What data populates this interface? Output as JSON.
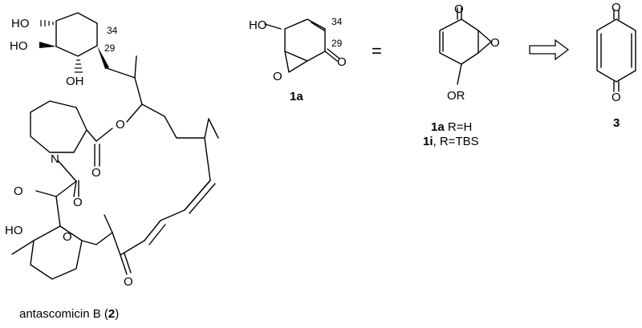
{
  "compound_2": {
    "name": "antascomicin B",
    "number": "2",
    "locant_34": "34",
    "locant_29": "29",
    "atoms": {
      "ho_top": "HO",
      "ho_mid": "HO",
      "oh_low": "OH",
      "ester_o": "O",
      "carbonyl_o": "O",
      "n": "N",
      "keto_o1": "O",
      "keto_o2": "O",
      "hemiketal_ho": "HO",
      "ring_o": "O",
      "ketone_o": "O"
    }
  },
  "compound_1a": {
    "number": "1a",
    "ho": "HO",
    "epoxide_o": "O",
    "carbonyl_o": "O",
    "locant_34": "34",
    "locant_29": "29"
  },
  "equals_sign": "=",
  "compound_1a_1i": {
    "carbonyl_o": "O",
    "epoxide_o": "O",
    "or_label": "OR",
    "line1_num": "1a",
    "line1_text": " R=H",
    "line2_num": "1i",
    "line2_text": ", R=TBS"
  },
  "compound_3": {
    "number": "3",
    "o_top": "O",
    "o_bottom": "O"
  }
}
